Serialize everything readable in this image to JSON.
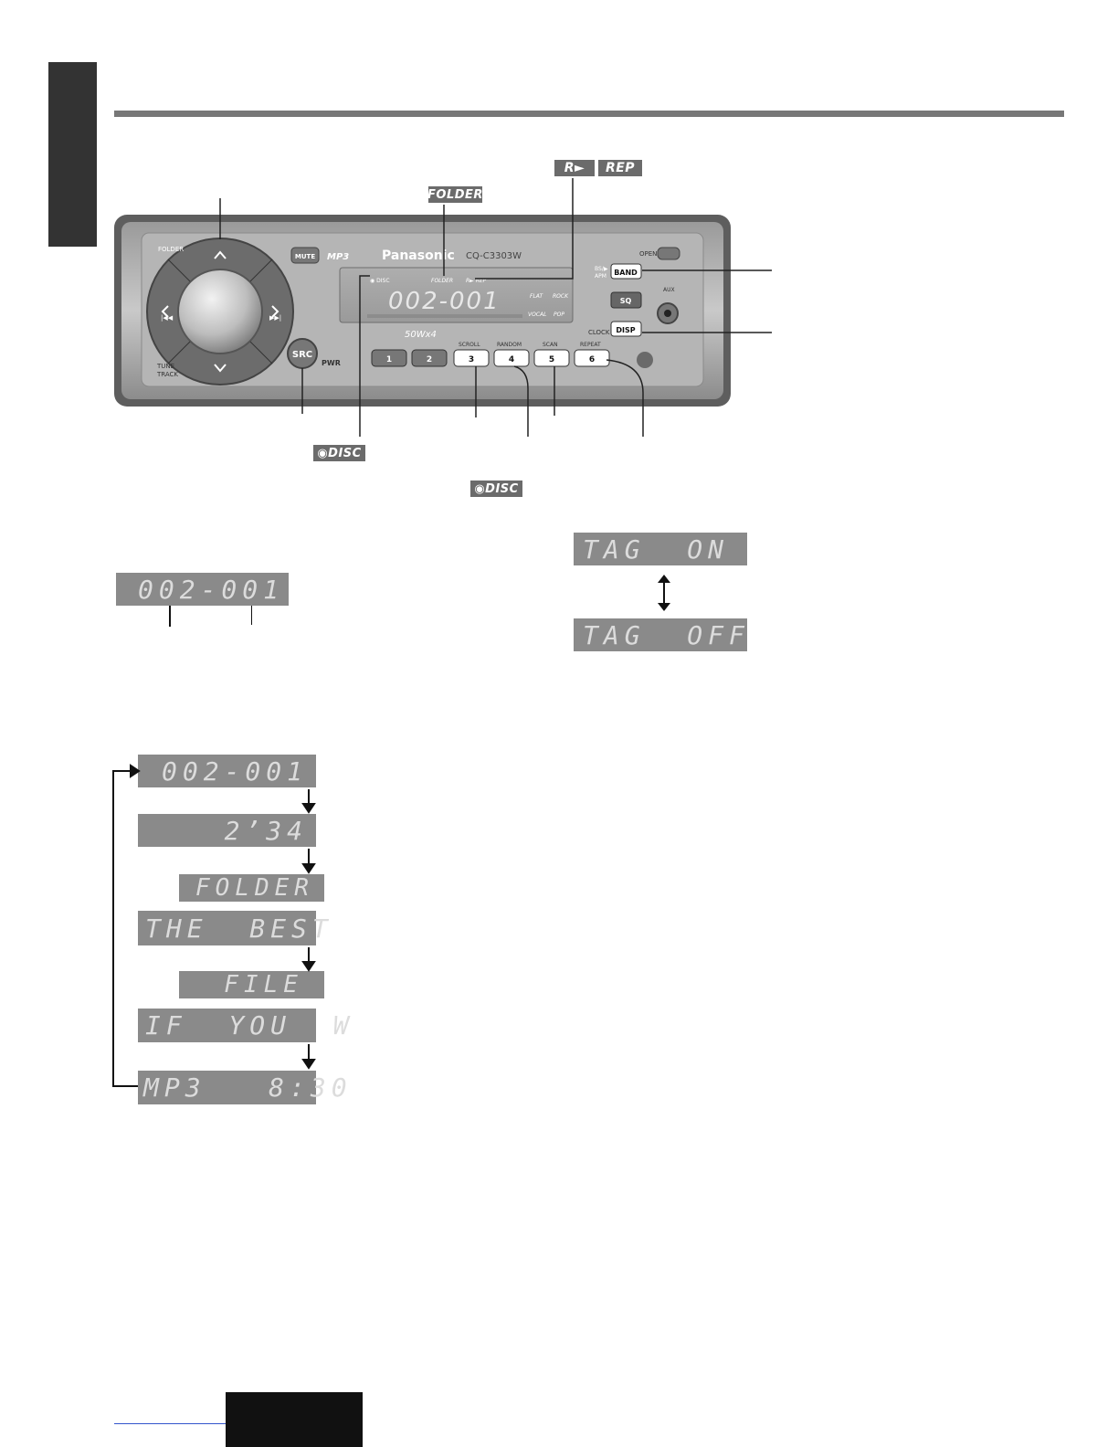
{
  "labels": {
    "rpt_tag": "R►",
    "rep_tag": "REP",
    "folder_tag": "FOLDER",
    "disc_tag_1": "◉DISC",
    "disc_tag_2": "◉DISC"
  },
  "unit": {
    "brand": "Panasonic",
    "model": "CQ-C3303W",
    "mp3_logo": "MP3",
    "mute": "MUTE",
    "open": "OPEN",
    "band": "BAND",
    "apm": "APM",
    "sq": "SQ",
    "aux": "AUX",
    "clock": "CLOCK",
    "disp": "DISP",
    "src": "SRC",
    "pwr": "PWR",
    "folder_knob": "FOLDER",
    "tune_track": "TUNE\nTRACK",
    "power_rating": "50Wx4",
    "lcd_text": "002-001",
    "lcd_disc": "DISC",
    "lcd_folder": "FOLDER",
    "lcd_rep": "R► REP",
    "eq_flat": "FLAT",
    "eq_rock": "ROCK",
    "eq_vocal": "VOCAL",
    "eq_pop": "POP",
    "preset_labels": [
      "SCROLL",
      "RANDOM",
      "SCAN",
      "REPEAT"
    ],
    "presets": [
      "1",
      "2",
      "3",
      "4",
      "5",
      "6"
    ]
  },
  "displays": {
    "tag_on": "TAG  ON",
    "tag_off": "TAG  OFF",
    "track_display": "002-001",
    "sequence": [
      "002-001",
      "   2’34",
      "FOLDER",
      "THE  BEST",
      "  FILE",
      "IF  YOU  W",
      "MP3   8:30"
    ]
  }
}
